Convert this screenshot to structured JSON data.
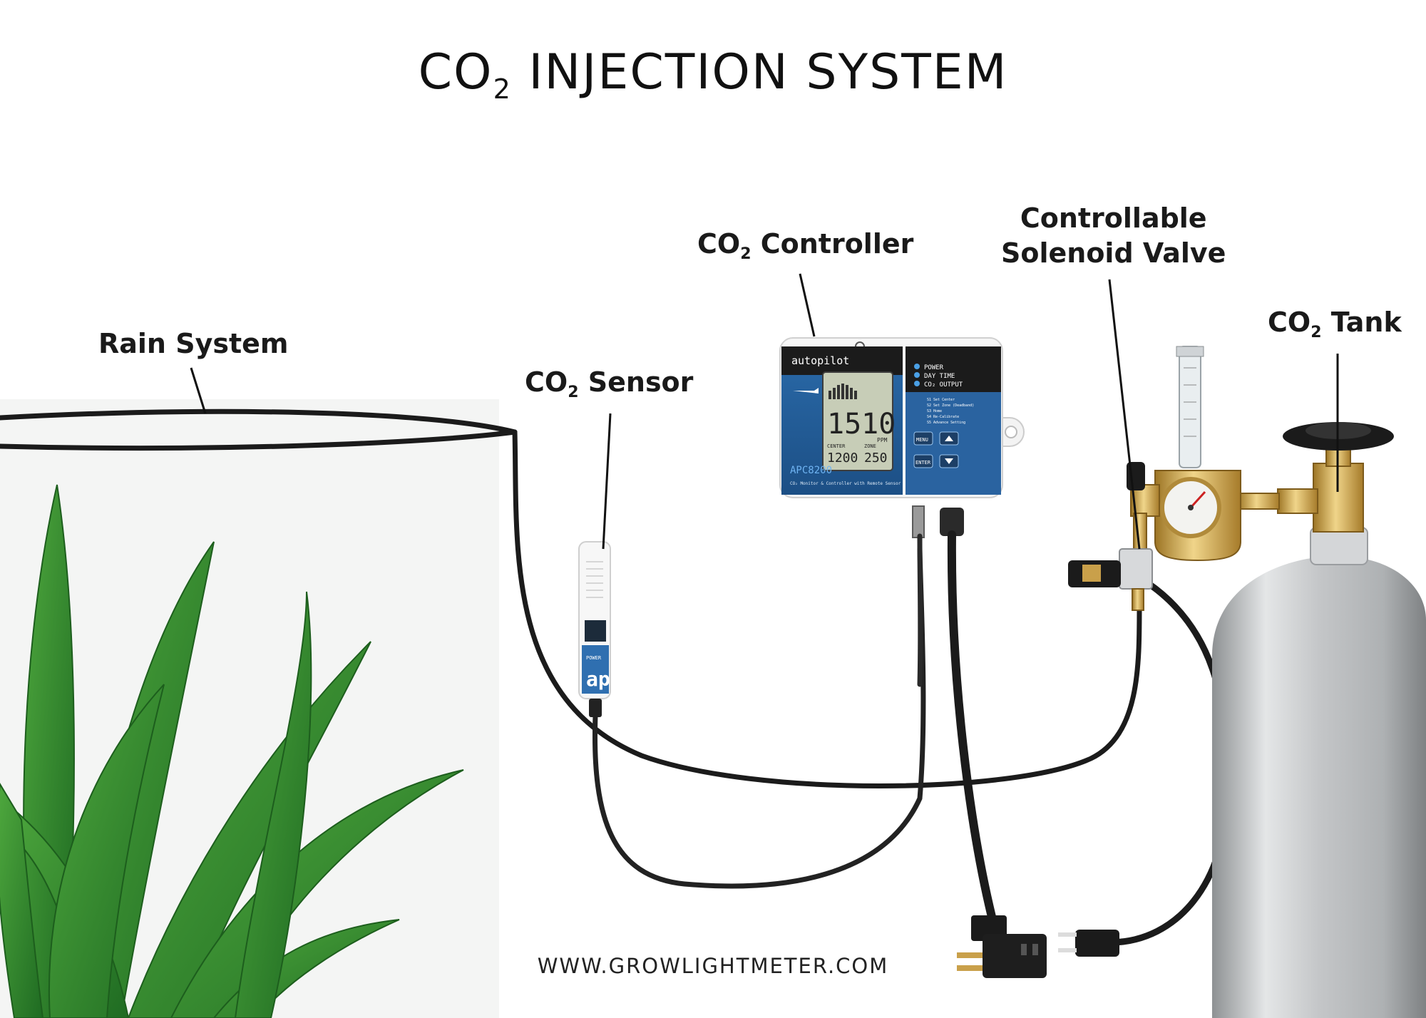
{
  "title": {
    "main": "CO",
    "sub": "2",
    "rest": " INJECTION SYSTEM"
  },
  "labels": {
    "rain_system": "Rain System",
    "co2_sensor": {
      "pre": "CO",
      "sub": "2",
      "post": " Sensor"
    },
    "co2_controller": {
      "pre": "CO",
      "sub": "2",
      "post": " Controller"
    },
    "solenoid_valve": {
      "line1": "Controllable",
      "line2": "Solenoid Valve"
    },
    "co2_tank": {
      "pre": "CO",
      "sub": "2",
      "post": " Tank"
    }
  },
  "controller": {
    "brand": "autopilot",
    "model": "APC8200",
    "subtitle": "CO₂ Monitor & Controller with Remote Sensor",
    "reading": "1510",
    "reading_unit": "PPM",
    "center_label": "CENTER",
    "center_value": "1200",
    "zone_label": "ZONE",
    "zone_value": "250",
    "indicators": [
      "POWER",
      "DAY TIME",
      "CO₂ OUTPUT"
    ],
    "menu_items": [
      "S1 Set Center",
      "S2 Set Zone (Deadband)",
      "S3 Home",
      "S4 Re-Calibrate",
      "S5 Advance Setting"
    ],
    "buttons": {
      "menu": "MENU",
      "enter": "ENTER"
    }
  },
  "sensor": {
    "power_label": "POWER",
    "logo": "ap"
  },
  "colors": {
    "accent": "#2f6fb0",
    "cable": "#1b1b1b",
    "brass": "#c9a04a",
    "leaf": "#2f8a2c",
    "cylinder": "#c2c4c6"
  },
  "footer": "WWW.GROWLIGHTMETER.COM"
}
